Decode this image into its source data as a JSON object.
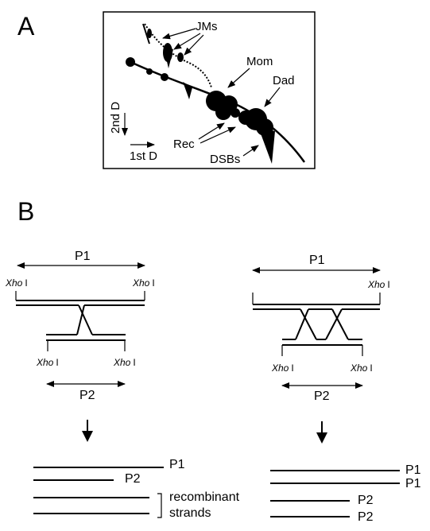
{
  "panel_a": {
    "label": "A",
    "callouts": {
      "jms": "JMs",
      "mom": "Mom",
      "dad": "Dad",
      "rec": "Rec",
      "dsbs": "DSBs"
    },
    "axis_second": "2nd D",
    "axis_first": "1st D"
  },
  "panel_b": {
    "label": "B",
    "left": {
      "top_fragment": "P1",
      "bottom_fragment": "P2",
      "site_italic": "Xho",
      "site_roman": "I",
      "products": [
        "P1",
        "P2"
      ],
      "recombinant_label_1": "recombinant",
      "recombinant_label_2": "strands"
    },
    "right": {
      "top_fragment": "P1",
      "bottom_fragment": "P2",
      "site_italic": "Xho",
      "site_roman": "I",
      "products": [
        "P1",
        "P1",
        "P2",
        "P2"
      ]
    }
  }
}
